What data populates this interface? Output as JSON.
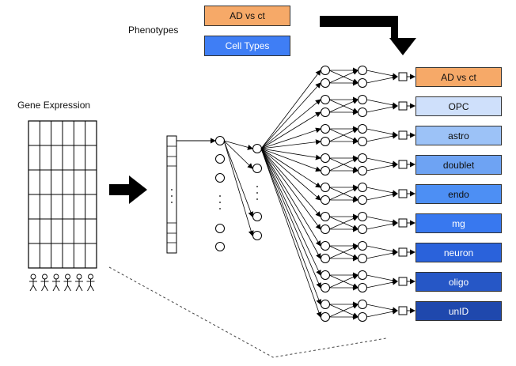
{
  "phenotypes_label": "Phenotypes",
  "gene_expression_label": "Gene Expression",
  "input_boxes": [
    {
      "label": "AD vs ct",
      "color": "#f6a968",
      "text_color": "#111111"
    },
    {
      "label": "Cell Types",
      "color": "#3f7ef5",
      "text_color": "#ffffff"
    }
  ],
  "outputs": [
    {
      "label": "AD vs ct",
      "color": "#f6a968",
      "text_color": "#111111"
    },
    {
      "label": "OPC",
      "color": "#cfe0fb",
      "text_color": "#111111"
    },
    {
      "label": "astro",
      "color": "#9cc2f7",
      "text_color": "#111111"
    },
    {
      "label": "doublet",
      "color": "#6ea3f3",
      "text_color": "#111111"
    },
    {
      "label": "endo",
      "color": "#4d8ff4",
      "text_color": "#111111"
    },
    {
      "label": "mg",
      "color": "#3878ef",
      "text_color": "#ffffff"
    },
    {
      "label": "neuron",
      "color": "#2a62db",
      "text_color": "#ffffff"
    },
    {
      "label": "oligo",
      "color": "#2657c6",
      "text_color": "#ffffff"
    },
    {
      "label": "unID",
      "color": "#1f48ad",
      "text_color": "#ffffff"
    }
  ],
  "icons": {
    "big_arrow": "arrow-right-icon",
    "bent_arrow": "bent-arrow-down-icon",
    "person": "person-icon"
  }
}
